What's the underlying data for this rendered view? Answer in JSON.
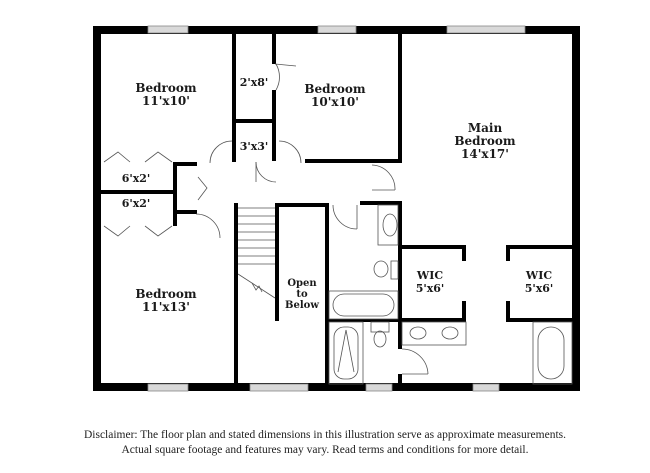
{
  "floor_plan": {
    "rooms": [
      {
        "id": "bedroom-1",
        "name": "Bedroom",
        "dims": "11'x10'"
      },
      {
        "id": "closet-2x8",
        "name": "",
        "dims": "2'x8'"
      },
      {
        "id": "bedroom-2",
        "name": "Bedroom",
        "dims": "10'x10'"
      },
      {
        "id": "main-bedroom",
        "name_line1": "Main",
        "name_line2": "Bedroom",
        "dims": "14'x17'"
      },
      {
        "id": "closet-3x3",
        "name": "",
        "dims": "3'x3'"
      },
      {
        "id": "closet-6x2-upper",
        "name": "",
        "dims": "6'x2'"
      },
      {
        "id": "closet-6x2-lower",
        "name": "",
        "dims": "6'x2'"
      },
      {
        "id": "bedroom-3",
        "name": "Bedroom",
        "dims": "11'x13'"
      },
      {
        "id": "open-to-below",
        "name_line1": "Open",
        "name_line2": "to",
        "name_line3": "Below"
      },
      {
        "id": "wic-1",
        "name": "WIC",
        "dims": "5'x6'"
      },
      {
        "id": "wic-2",
        "name": "WIC",
        "dims": "5'x6'"
      }
    ],
    "colors": {
      "wall": "#000000",
      "fixture": "#555555",
      "window": "#c8c8c8"
    }
  },
  "disclaimer": {
    "line1": "Disclaimer: The floor plan and stated dimensions in this illustration serve as approximate measurements.",
    "line2": "Actual square footage and features may vary. Read terms and conditions for more detail."
  }
}
